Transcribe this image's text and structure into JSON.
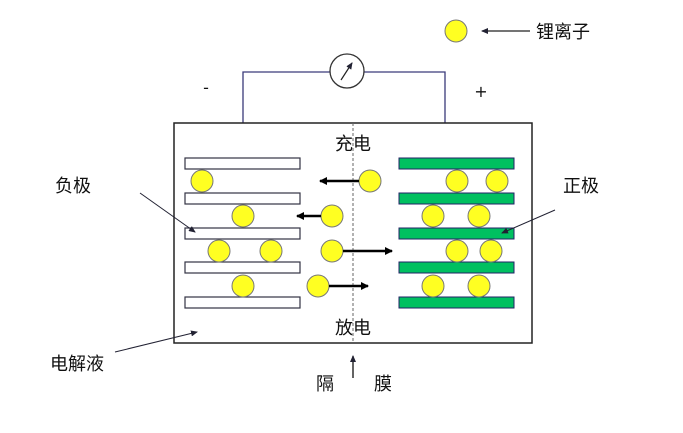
{
  "legend": {
    "label": "锂离子"
  },
  "terminals": {
    "negative": "-",
    "positive": "+"
  },
  "labels": {
    "charge": "充电",
    "discharge": "放电",
    "anode": "负极",
    "cathode": "正极",
    "electrolyte": "电解液",
    "separator_left": "隔",
    "separator_right": "膜"
  },
  "colors": {
    "ion": "#ffff22",
    "cathode": "#00c060",
    "anode": "#ffffff",
    "wire": "#3a3a7a"
  }
}
